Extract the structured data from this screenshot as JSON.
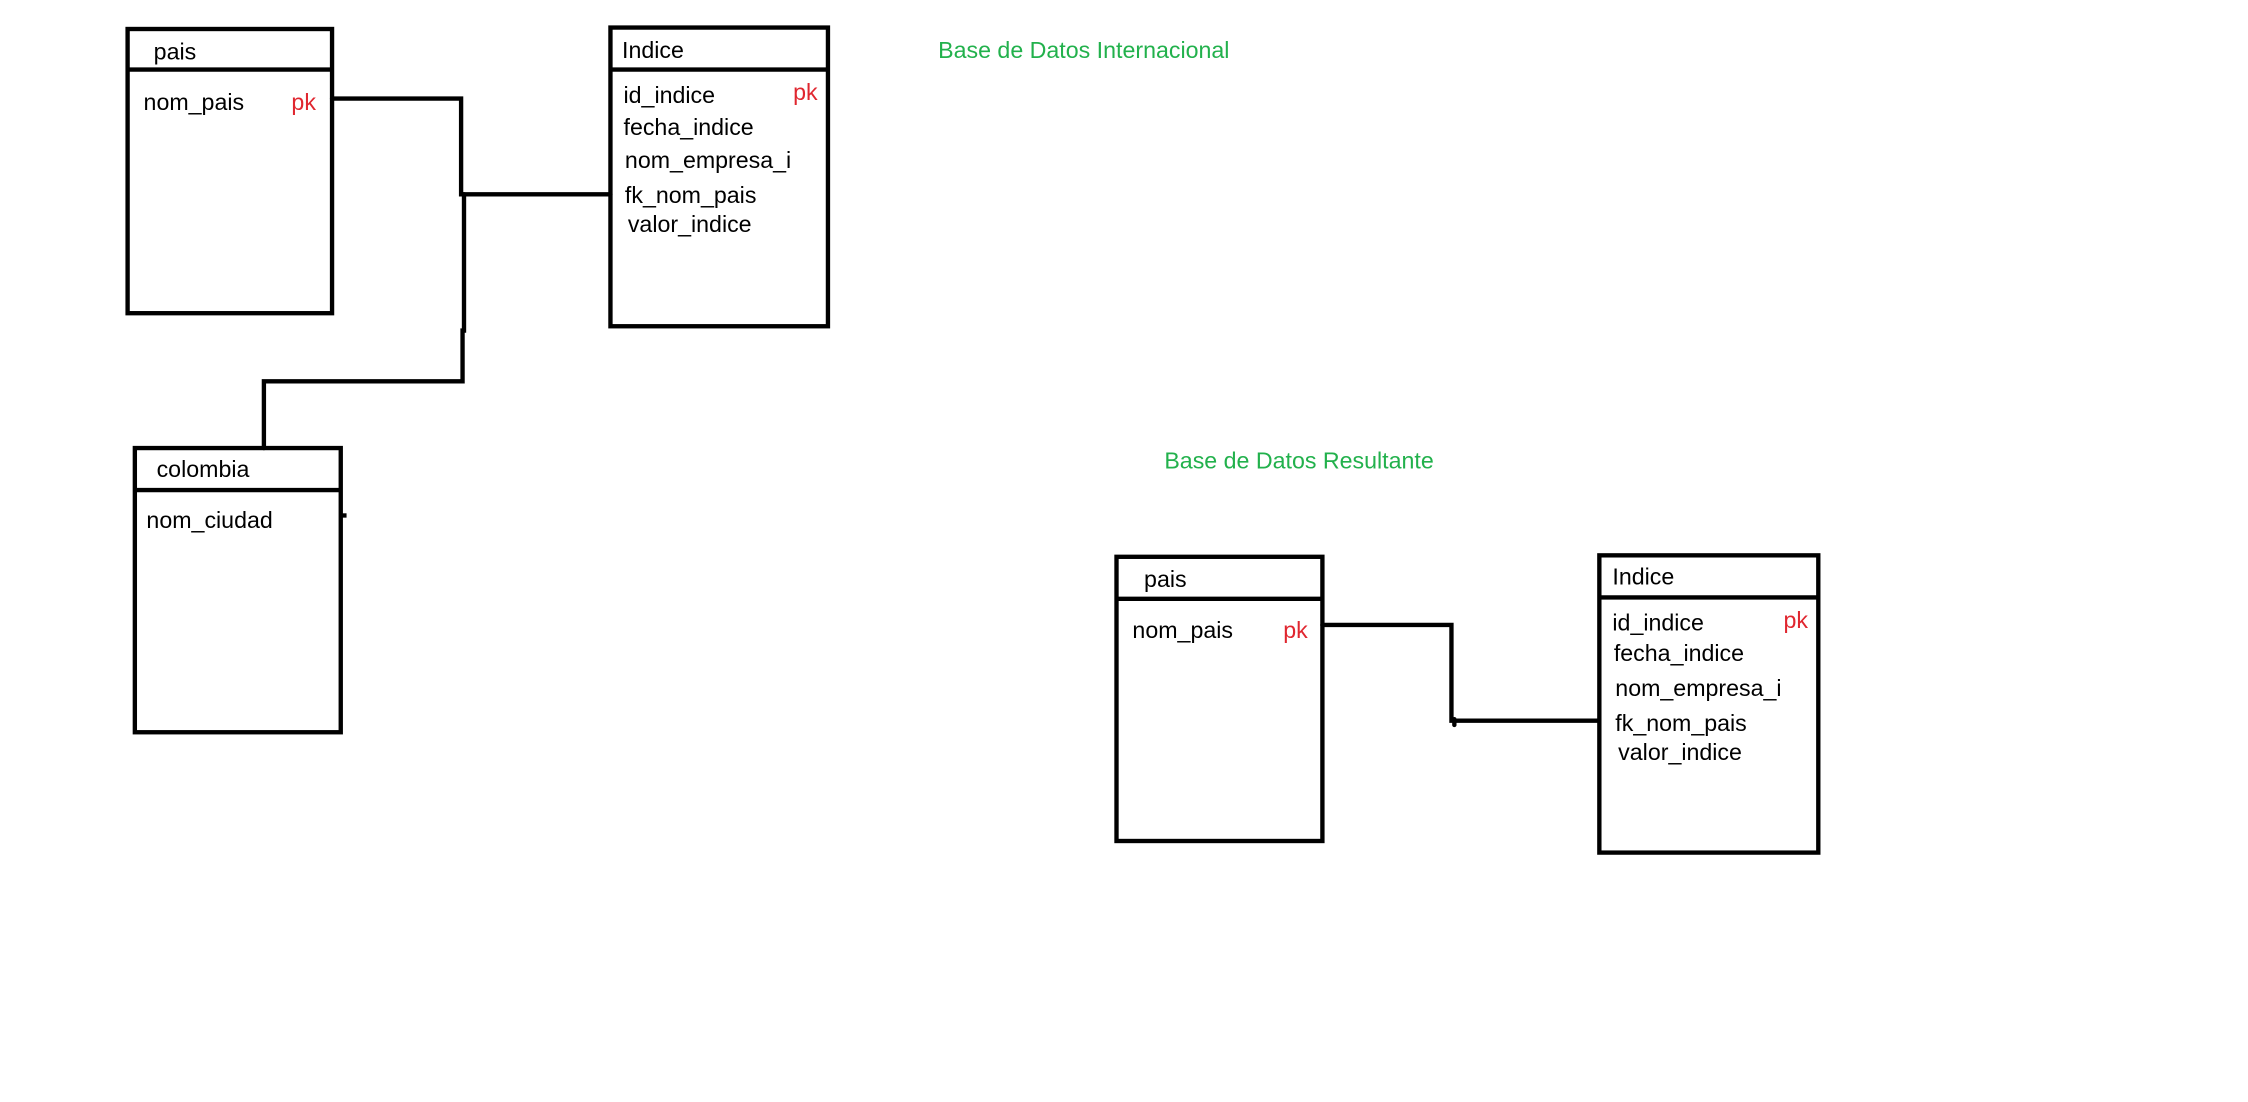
{
  "labels": {
    "db_international": "Base de Datos Internacional",
    "db_result": "Base de Datos Resultante"
  },
  "international": {
    "pais": {
      "title": "pais",
      "field": "nom_pais",
      "pk": "pk"
    },
    "indice": {
      "title": "Indice",
      "fields": [
        "id_indice",
        "fecha_indice",
        "nom_empresa_i",
        "fk_nom_pais",
        "valor_indice"
      ],
      "pk": "pk"
    },
    "colombia": {
      "title": "colombia",
      "field": "nom_ciudad"
    }
  },
  "result": {
    "pais": {
      "title": "pais",
      "field": "nom_pais",
      "pk": "pk"
    },
    "indice": {
      "title": "Indice",
      "fields": [
        "id_indice",
        "fecha_indice",
        "nom_empresa_i",
        "fk_nom_pais",
        "valor_indice"
      ],
      "pk": "pk"
    }
  }
}
